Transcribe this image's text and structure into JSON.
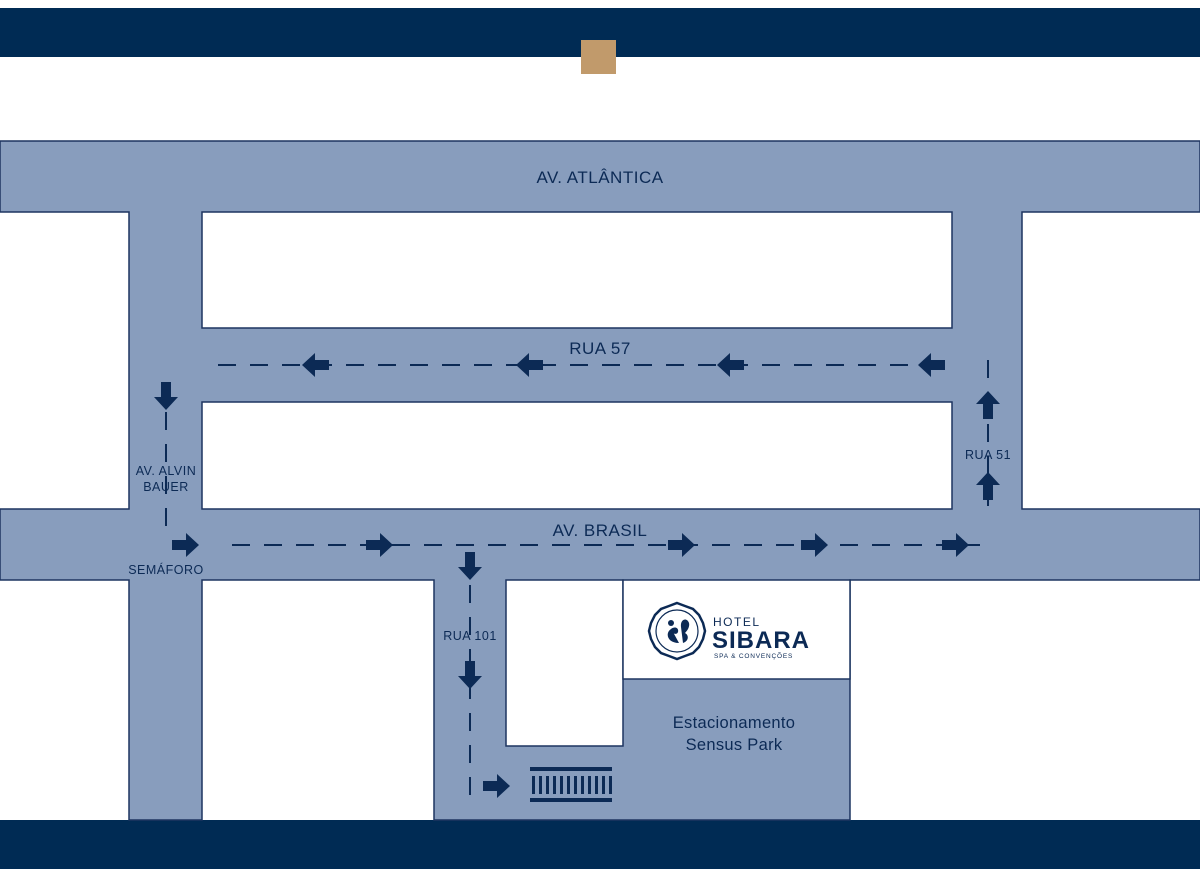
{
  "streets": {
    "av_atlantica": "AV. ATLÂNTICA",
    "rua_57": "RUA 57",
    "av_alvin_bauer_line1": "AV. ALVIN",
    "av_alvin_bauer_line2": "BAUER",
    "av_brasil": "AV. BRASIL",
    "rua_51": "RUA 51",
    "rua_101": "RUA 101",
    "semaforo": "SEMÁFORO"
  },
  "hotel": {
    "line1": "HOTEL",
    "line2": "SIBARA",
    "line3": "SPA & CONVENÇÕES"
  },
  "parking": {
    "line1": "Estacionamento",
    "line2": "Sensus Park"
  },
  "icons": {
    "hotel_logo": "squirrel-emblem-icon",
    "arrows": "direction-arrow-icon",
    "crosswalk": "crosswalk-icon",
    "top_marker": "location-marker-icon"
  },
  "colors": {
    "navy": "#002b54",
    "road": "#889dbd",
    "marker": "#c19a6b",
    "background": "#ffffff"
  }
}
